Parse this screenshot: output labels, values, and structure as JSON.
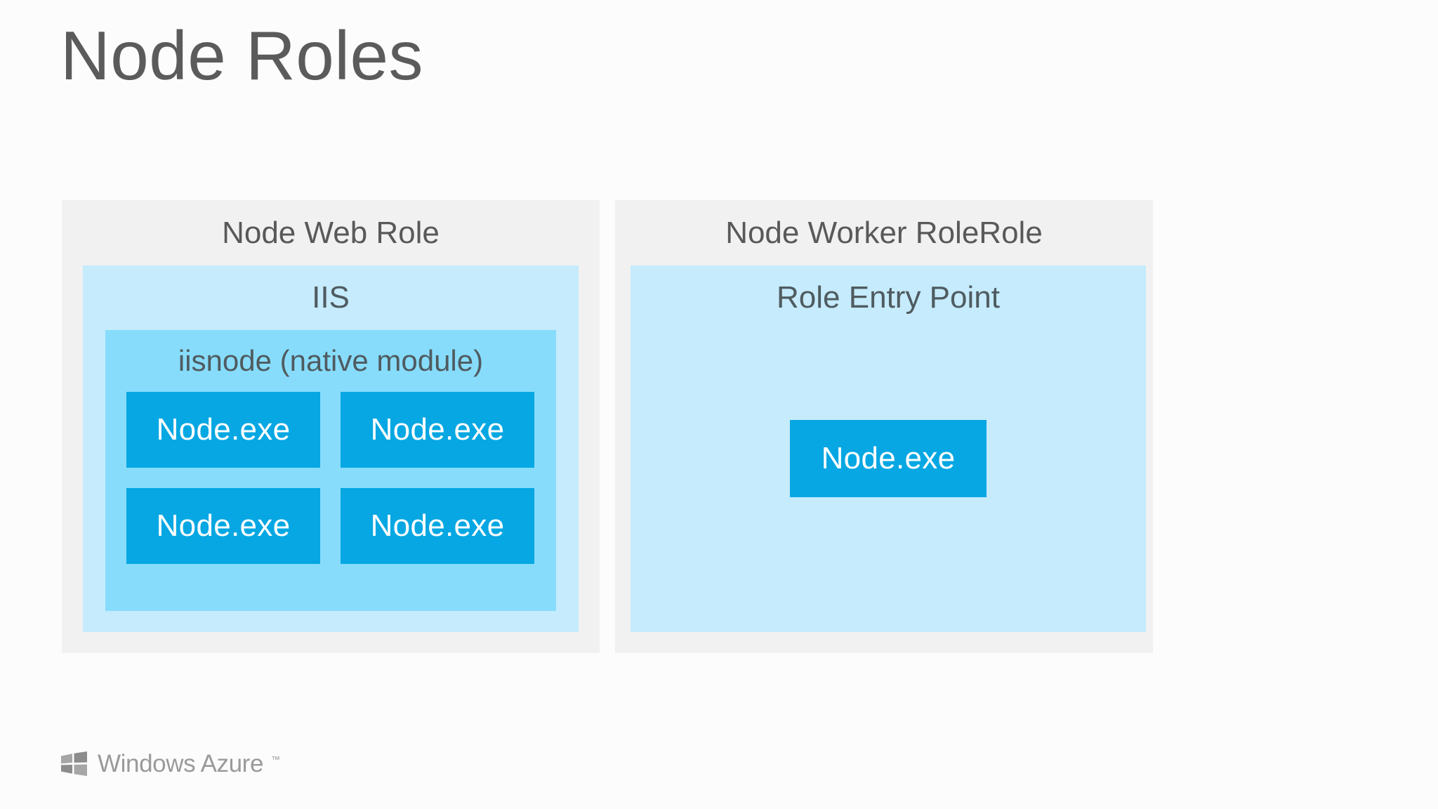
{
  "slide": {
    "title": "Node Roles",
    "background_color": "#FCFCFD",
    "title_color": "#5B5B5B"
  },
  "diagram": {
    "type": "nested-block-diagram",
    "accent_color": "#06A7E2",
    "panels": [
      {
        "id": "web-role",
        "title": "Node Web Role",
        "panel_color": "#F1F1F1",
        "inner": {
          "title": "IIS",
          "color": "#C5EBFC",
          "module": {
            "title": "iisnode (native module)",
            "color": "#87DCFB",
            "processes": [
              {
                "label": "Node.exe"
              },
              {
                "label": "Node.exe"
              },
              {
                "label": "Node.exe"
              },
              {
                "label": "Node.exe"
              }
            ]
          }
        }
      },
      {
        "id": "worker-role",
        "title": "Node Worker RoleRole",
        "panel_color": "#F1F1F1",
        "inner": {
          "title": "Role Entry Point",
          "color": "#C5EBFC",
          "processes": [
            {
              "label": "Node.exe"
            }
          ]
        }
      }
    ]
  },
  "footer": {
    "brand": "Windows Azure",
    "trademark": "™",
    "logo_icon": "windows-flag-icon",
    "color": "#9A9A9A"
  }
}
